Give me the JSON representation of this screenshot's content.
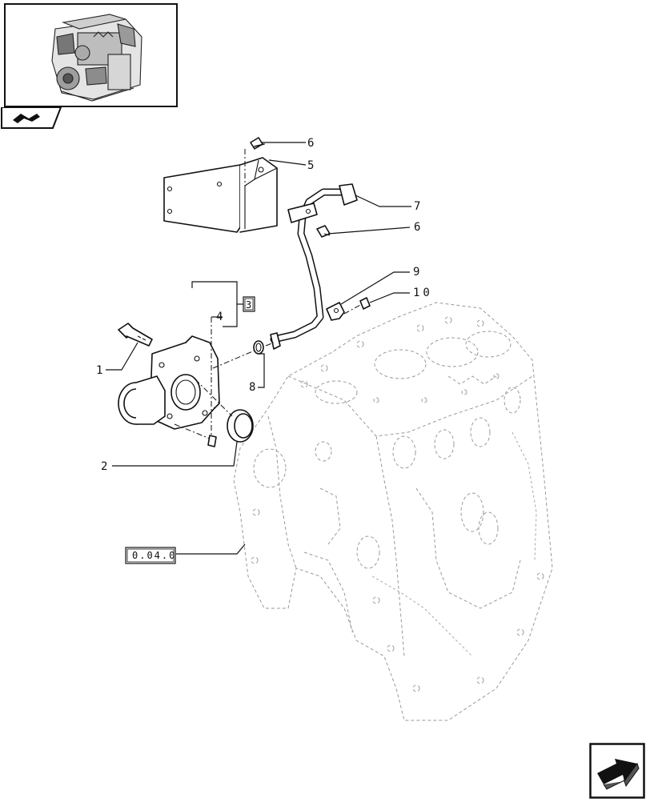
{
  "labels": {
    "bolt_left": "1",
    "seal_ring": "2",
    "group_ref": "3",
    "dowel": "4",
    "bracket": "5",
    "screw_top": "6",
    "pipe_end": "7",
    "o_ring": "8",
    "clip": "9",
    "screw_clip": "10",
    "screw_pipe": "6"
  },
  "block_reference": "0.04.0",
  "icons": {
    "thumbnail": "engine-thumbnail-icon",
    "section_tab": "section-tab-icon",
    "next_page": "next-page-arrow-icon"
  }
}
